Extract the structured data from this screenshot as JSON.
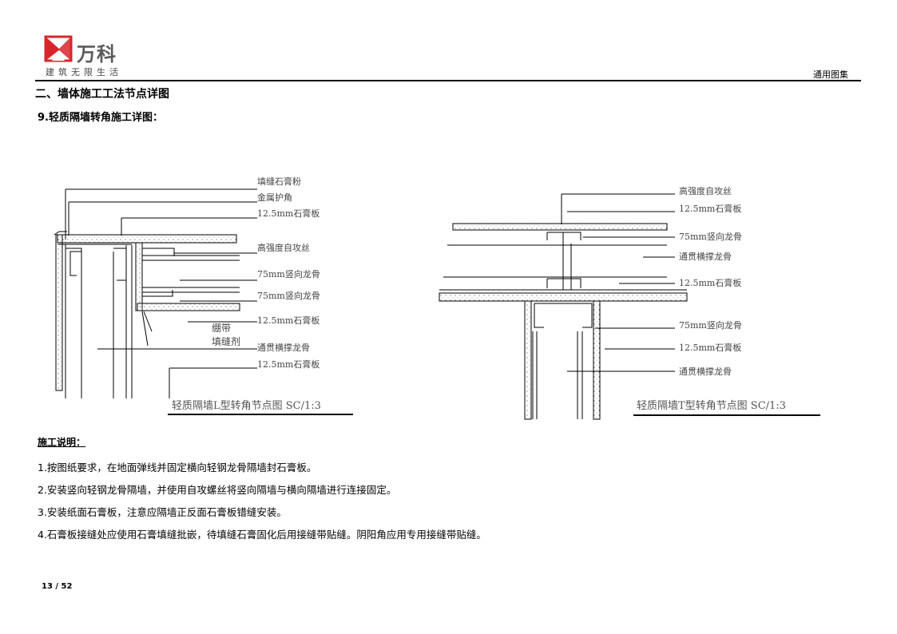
{
  "header": {
    "brand": "万科",
    "tagline": "建筑无限生活",
    "doc_type": "通用图集"
  },
  "section_title": "二、墙体施工工法节点详图",
  "subsection_title": "9.轻质隔墙转角施工详图：",
  "diagram_left": {
    "caption": "轻质隔墙L型转角节点图  SC/1:3",
    "labels": [
      "填缝石膏粉",
      "金属护角",
      "12.5mm石膏板",
      "高强度自攻丝",
      "75mm竖向龙骨",
      "75mm竖向龙骨",
      "12.5mm石膏板",
      "绷带",
      "填缝剂",
      "通贯横撑龙骨",
      "12.5mm石膏板"
    ]
  },
  "diagram_right": {
    "caption": "轻质隔墙T型转角节点图  SC/1:3",
    "labels": [
      "高强度自攻丝",
      "12.5mm石膏板",
      "75mm竖向龙骨",
      "通贯横撑龙骨",
      "12.5mm石膏板",
      "75mm竖向龙骨",
      "12.5mm石膏板",
      "通贯横撑龙骨"
    ]
  },
  "notes": {
    "title": "施工说明：",
    "items": [
      "1.按图纸要求，在地面弹线并固定横向轻钢龙骨隔墙封石膏板。",
      "2.安装竖向轻钢龙骨隔墙，并使用自攻螺丝将竖向隔墙与横向隔墙进行连接固定。",
      "3.安装纸面石膏板，注意应隔墙正反面石膏板错缝安装。",
      "4.石膏板接缝处应使用石膏填缝批嵌，待填缝石膏固化后用接缝带贴缝。阴阳角应用专用接缝带贴缝。"
    ]
  },
  "page_number": "13 / 52",
  "colors": {
    "brand_red": "#d7262b"
  }
}
